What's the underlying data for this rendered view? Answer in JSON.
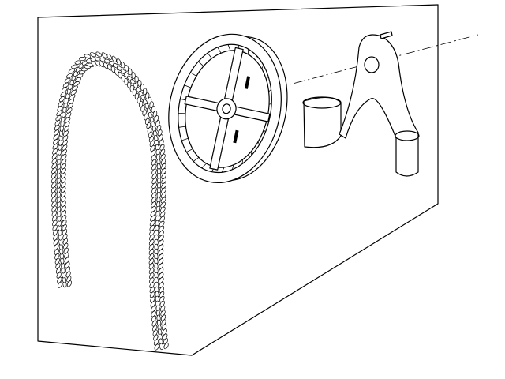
{
  "diagram": {
    "type": "exploded-assembly-illustration",
    "parts": [
      "wall-panel",
      "chain-loop",
      "chain-wheel",
      "mounting-bracket",
      "key-pin"
    ],
    "colors": {
      "line": "#000000",
      "background": "#ffffff"
    }
  }
}
